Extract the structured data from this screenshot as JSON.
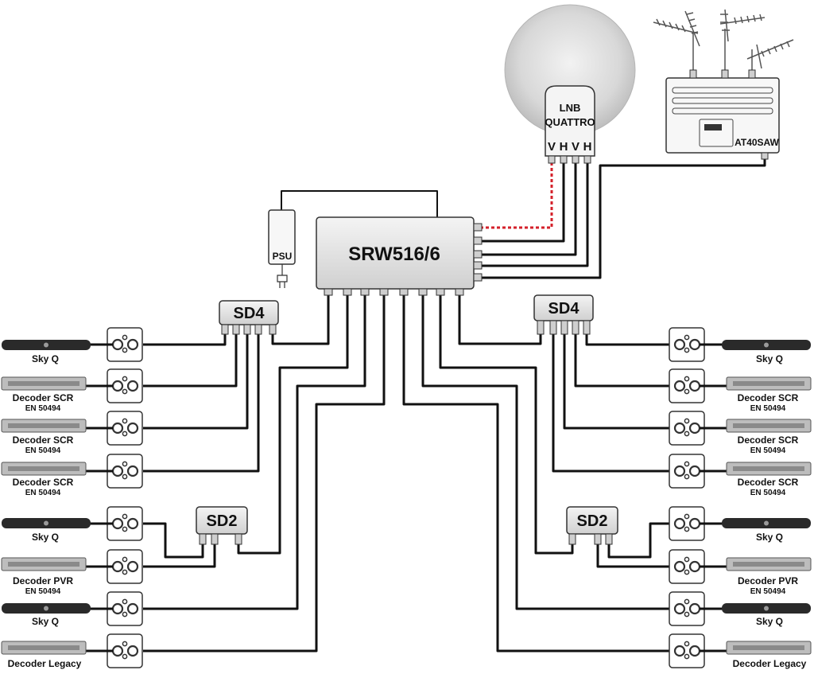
{
  "multiswitch": {
    "label": "SRW516/6"
  },
  "psu": {
    "label": "PSU"
  },
  "lnb": {
    "line1": "LNB",
    "line2": "QUATTRO",
    "ports": [
      "V",
      "H",
      "V",
      "H"
    ]
  },
  "amplifier": {
    "label": "AT40SAW"
  },
  "splitters": {
    "left_sd4": "SD4",
    "right_sd4": "SD4",
    "left_sd2": "SD2",
    "right_sd2": "SD2"
  },
  "left_devices": [
    {
      "name": "Sky Q",
      "standard": "",
      "kind": "skyq"
    },
    {
      "name": "Decoder SCR",
      "standard": "EN 50494",
      "kind": "decoder"
    },
    {
      "name": "Decoder SCR",
      "standard": "EN 50494",
      "kind": "decoder"
    },
    {
      "name": "Decoder SCR",
      "standard": "EN 50494",
      "kind": "decoder"
    },
    {
      "name": "Sky Q",
      "standard": "",
      "kind": "skyq"
    },
    {
      "name": "Decoder PVR",
      "standard": "EN 50494",
      "kind": "decoder"
    },
    {
      "name": "Sky Q",
      "standard": "",
      "kind": "skyq"
    },
    {
      "name": "Decoder Legacy",
      "standard": "",
      "kind": "decoder"
    }
  ],
  "right_devices": [
    {
      "name": "Sky Q",
      "standard": "",
      "kind": "skyq"
    },
    {
      "name": "Decoder SCR",
      "standard": "EN 50494",
      "kind": "decoder"
    },
    {
      "name": "Decoder SCR",
      "standard": "EN 50494",
      "kind": "decoder"
    },
    {
      "name": "Decoder SCR",
      "standard": "EN 50494",
      "kind": "decoder"
    },
    {
      "name": "Sky Q",
      "standard": "",
      "kind": "skyq"
    },
    {
      "name": "Decoder PVR",
      "standard": "EN 50494",
      "kind": "decoder"
    },
    {
      "name": "Sky Q",
      "standard": "",
      "kind": "skyq"
    },
    {
      "name": "Decoder Legacy",
      "standard": "",
      "kind": "decoder"
    }
  ],
  "colors": {
    "cable": "#111111",
    "terrestrial_link": "#d4202a",
    "box_fill": "#e4e4e4",
    "dish": "#d6d6d6"
  }
}
